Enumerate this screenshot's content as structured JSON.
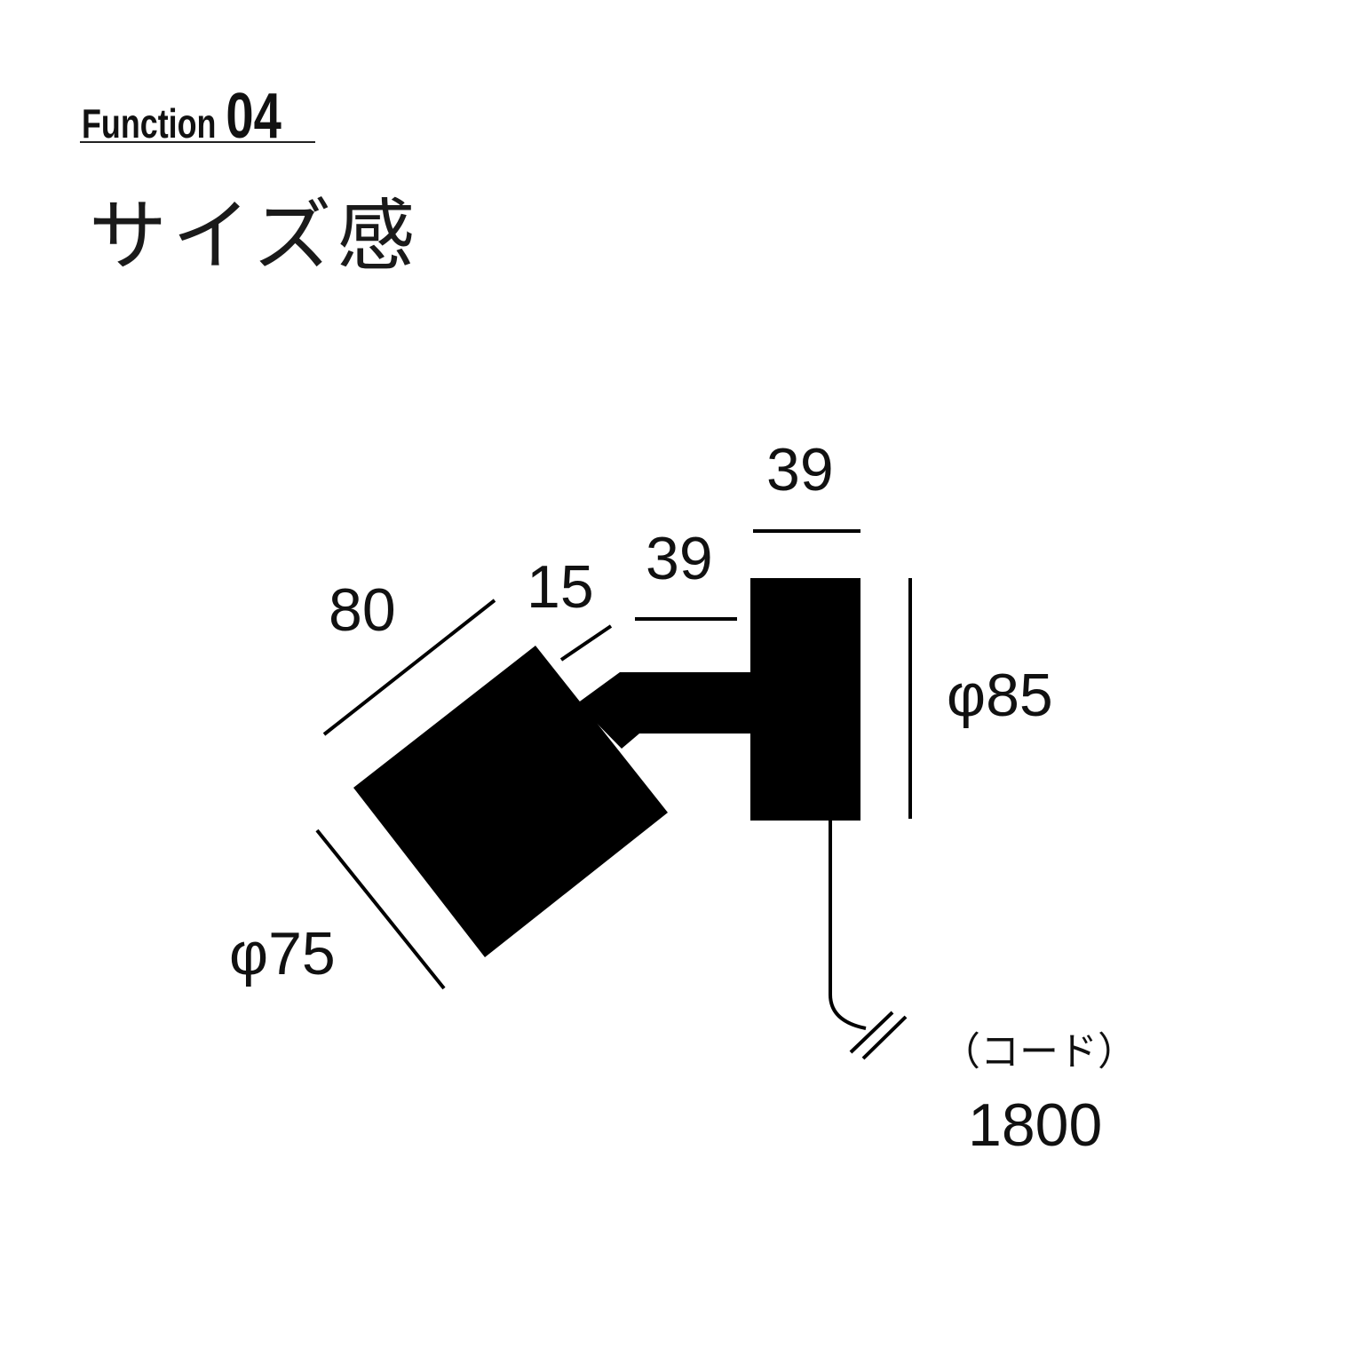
{
  "header": {
    "function_word": "Function",
    "function_number": "04",
    "title": "サイズ感"
  },
  "dimensions": {
    "base_width": "39",
    "arm_length": "39",
    "joint": "15",
    "shade_length": "80",
    "shade_diameter": "φ75",
    "base_diameter": "φ85",
    "cord_label": "（コード）",
    "cord_length": "1800"
  },
  "colors": {
    "ink": "#000000",
    "background": "#ffffff"
  }
}
